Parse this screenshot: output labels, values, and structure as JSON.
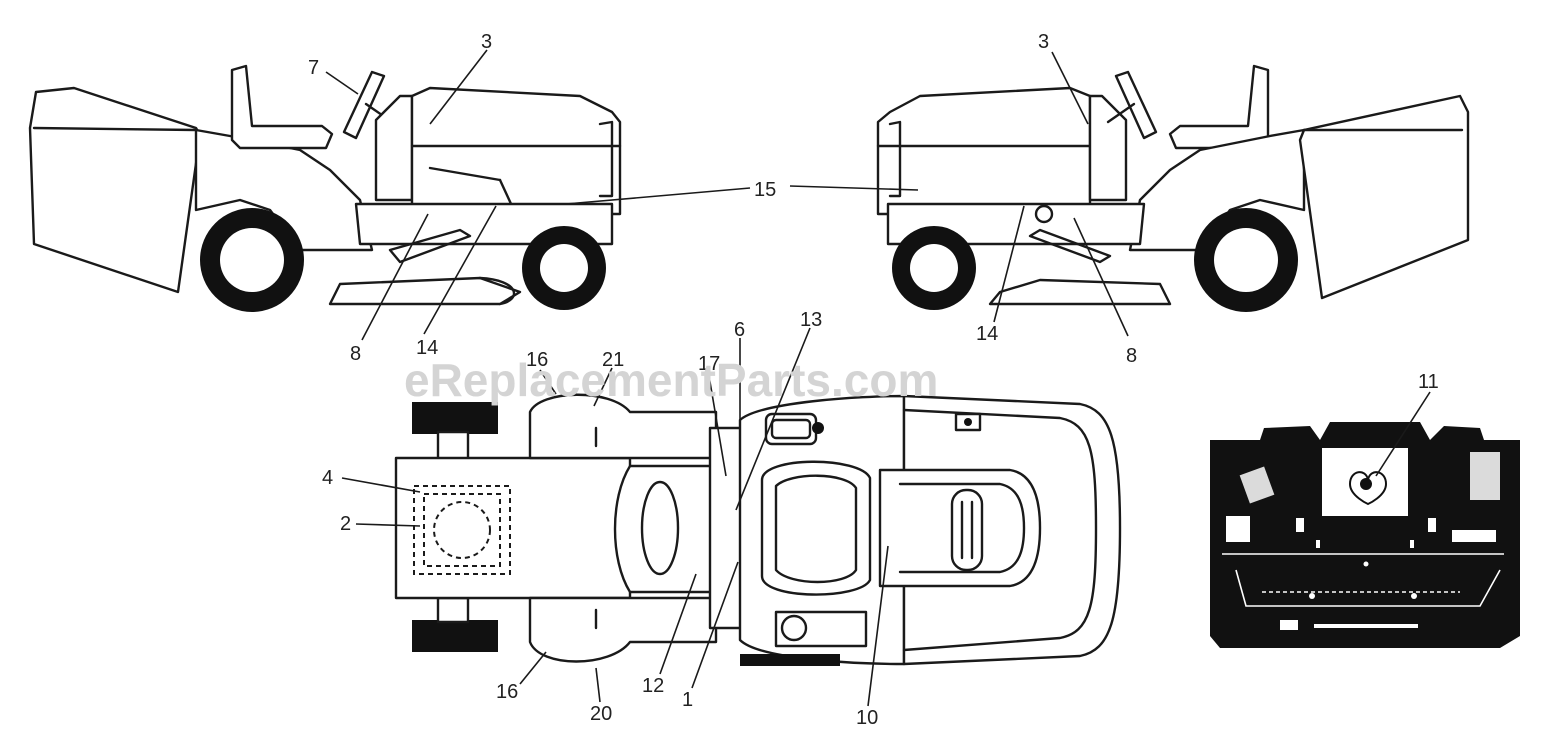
{
  "diagram": {
    "watermark": "eReplacementParts.com",
    "callouts": {
      "left_view": {
        "c3": "3",
        "c7": "7",
        "c15": "15",
        "c8": "8",
        "c14": "14"
      },
      "right_view": {
        "c3": "3",
        "c8": "8",
        "c14": "14"
      },
      "top_view": {
        "c16a": "16",
        "c21": "21",
        "c17": "17",
        "c6": "6",
        "c13": "13",
        "c4": "4",
        "c2": "2",
        "c16b": "16",
        "c20": "20",
        "c12": "12",
        "c1": "1",
        "c10": "10"
      },
      "panel_view": {
        "c11": "11"
      }
    }
  }
}
